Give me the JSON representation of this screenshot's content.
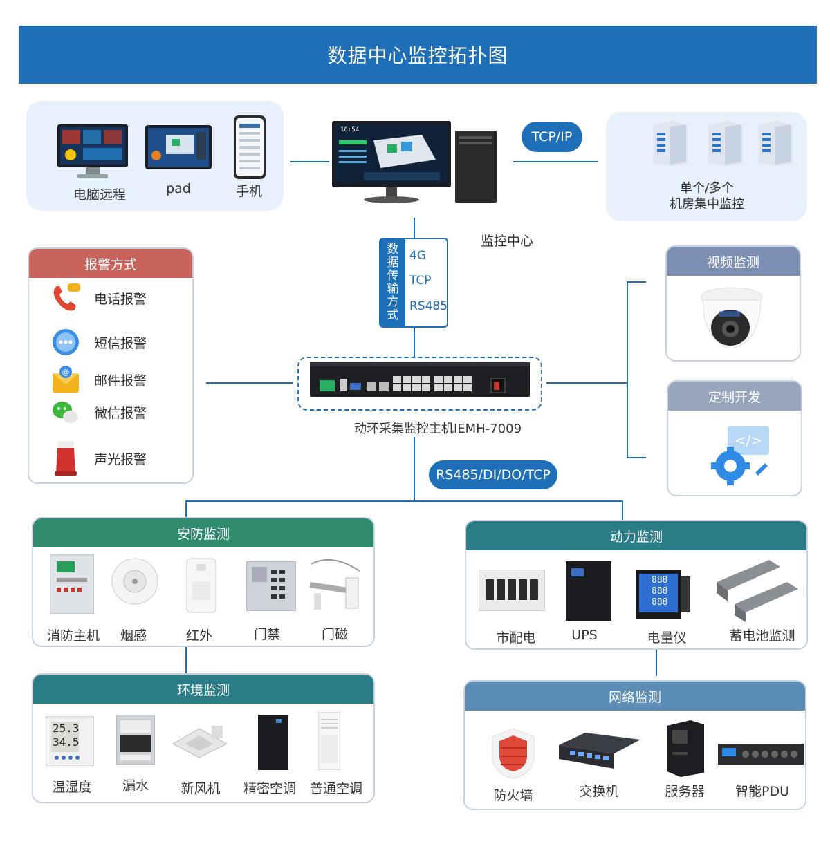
{
  "title": "数据中心监控拓扑图",
  "remote": {
    "items": [
      {
        "label": "电脑远程",
        "icon": "monitor-icon"
      },
      {
        "label": "pad",
        "icon": "tablet-icon"
      },
      {
        "label": "手机",
        "icon": "phone-icon"
      }
    ]
  },
  "center": {
    "label": "监控中心",
    "time_on_screen": "16:54"
  },
  "tcpip_label": "TCP/IP",
  "rooms": {
    "label_line1": "单个/多个",
    "label_line2": "机房集中监控"
  },
  "transmission": {
    "vertical_label": "数据传输方式",
    "chars": [
      "数",
      "据",
      "传",
      "输",
      "方",
      "式"
    ],
    "protocols": [
      "4G",
      "TCP",
      "RS485"
    ]
  },
  "host": {
    "label": "动环采集监控主机IEMH-7009"
  },
  "bus_label": "RS485/DI/DO/TCP",
  "alarm": {
    "title": "报警方式",
    "items": [
      {
        "label": "电话报警",
        "icon": "telephone-icon",
        "color": "#e0462f"
      },
      {
        "label": "短信报警",
        "icon": "sms-icon",
        "color": "#3a8ee6"
      },
      {
        "label": "邮件报警",
        "icon": "mail-icon",
        "color": "#f2b31c"
      },
      {
        "label": "微信报警",
        "icon": "wechat-icon",
        "color": "#3cb83a"
      },
      {
        "label": "声光报警",
        "icon": "siren-icon",
        "color": "#d2322d"
      }
    ]
  },
  "video": {
    "title": "视频监测"
  },
  "custom": {
    "title": "定制开发"
  },
  "security": {
    "title": "安防监测",
    "items": [
      "消防主机",
      "烟感",
      "红外",
      "门禁",
      "门磁"
    ]
  },
  "environment": {
    "title": "环境监测",
    "items": [
      "温湿度",
      "漏水",
      "新风机",
      "精密空调",
      "普通空调"
    ],
    "display_values": [
      "25.3",
      "34.5"
    ]
  },
  "power": {
    "title": "动力监测",
    "items": [
      "市配电",
      "UPS",
      "电量仪",
      "蓄电池监测"
    ],
    "meter_values": [
      "888",
      "888",
      "888"
    ]
  },
  "network": {
    "title": "网络监测",
    "items": [
      "防火墙",
      "交换机",
      "服务器",
      "智能PDU"
    ]
  },
  "colors": {
    "primary": "#1e6fb8",
    "security_head": "#2f8a6e",
    "environment_head": "#2a7c86",
    "power_head": "#2a7c86",
    "network_head": "#5b8db6",
    "alarm_head": "#c8645c",
    "video_head": "#7d8fb2",
    "custom_head": "#97a6bd"
  }
}
